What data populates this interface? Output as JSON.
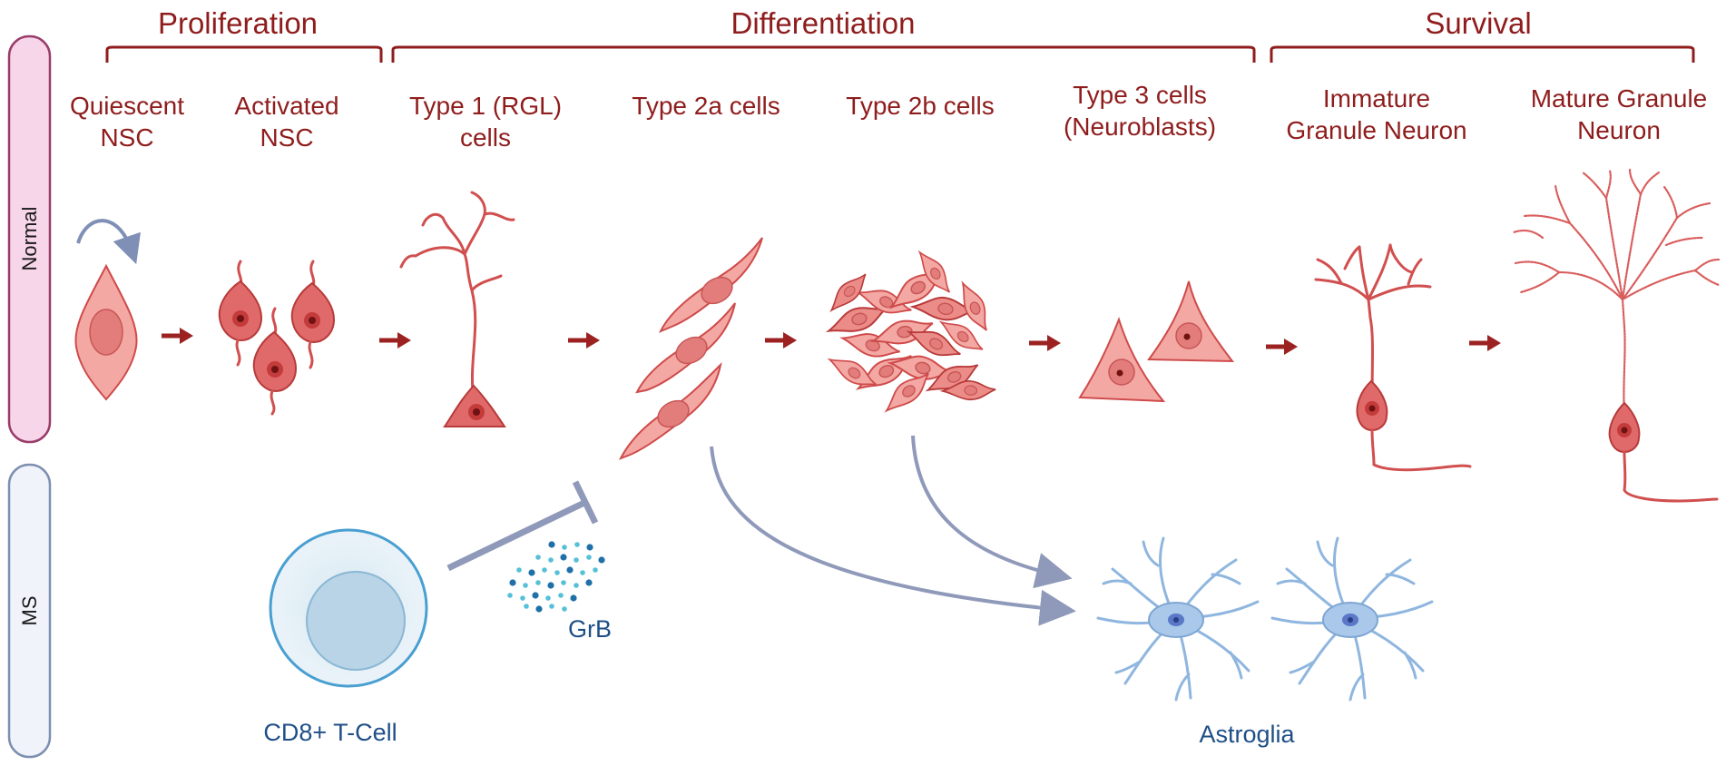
{
  "phases": {
    "proliferation": "Proliferation",
    "differentiation": "Differentiation",
    "survival": "Survival"
  },
  "rows": {
    "normal": "Normal",
    "ms": "MS"
  },
  "stages": {
    "quiescent": [
      "Quiescent",
      "NSC"
    ],
    "activated": [
      "Activated",
      "NSC"
    ],
    "type1": [
      "Type 1 (RGL)",
      "cells"
    ],
    "type2a": [
      "Type 2a cells"
    ],
    "type2b": [
      "Type 2b cells"
    ],
    "type3": [
      "Type 3 cells",
      "(Neuroblasts)"
    ],
    "immature": [
      "Immature",
      "Granule Neuron"
    ],
    "mature": [
      "Mature Granule",
      "Neuron"
    ]
  },
  "ms_labels": {
    "tcell": "CD8+ T-Cell",
    "grb": "GrB",
    "astroglia": "Astroglia"
  },
  "colors": {
    "phase_text": "#8f1d1d",
    "normal_row_fill": "#f7d6ea",
    "normal_row_stroke": "#9a3c6a",
    "ms_row_fill": "#f0f3fa",
    "ms_row_stroke": "#7d8fb1",
    "neuron_red": "#d14f4f",
    "astroglia_blue": "#8fb6df",
    "tcell_blue": "#4a9fd1"
  },
  "icons": [
    "cycle-arrow-icon",
    "progression-arrow-icon",
    "inhibition-arrow-icon",
    "flow-arrow-icon"
  ]
}
